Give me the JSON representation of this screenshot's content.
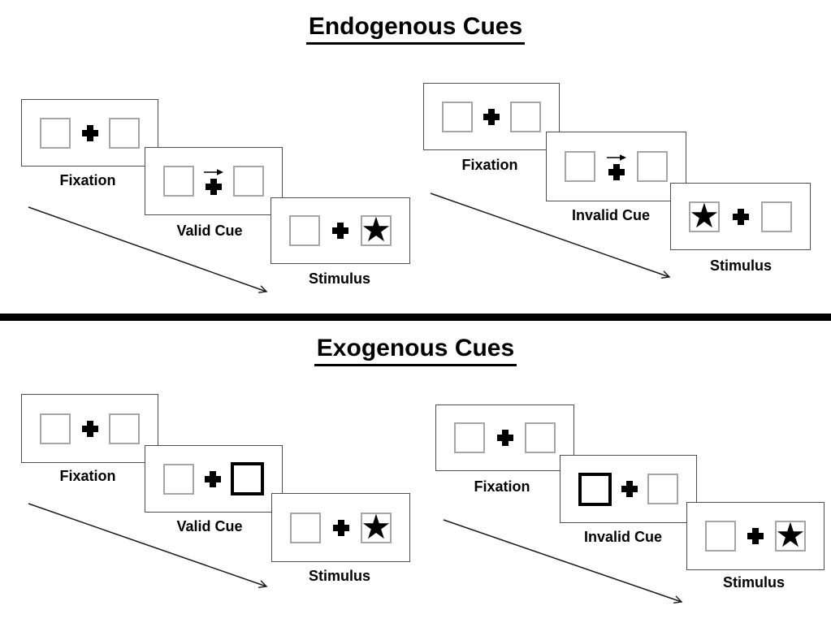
{
  "figure": {
    "description": "Spatial attention cueing paradigm diagram",
    "background": "#ffffff"
  },
  "icons": {
    "fixation_cross": "plus-cross",
    "endogenous_cue": "arrow-right",
    "target_star": "★"
  },
  "colors": {
    "ink": "#000000",
    "panel_border": "#4d4d4d",
    "box_border": "#a6a6a6",
    "cue_highlight": "#000000",
    "background": "#ffffff"
  },
  "sections": [
    {
      "title": "Endogenous Cues",
      "sequences": [
        {
          "condition": "valid",
          "panels": [
            {
              "label": "Fixation",
              "left_content": "",
              "right_content": "",
              "cue_icon": "",
              "highlighted_box": ""
            },
            {
              "label": "Valid Cue",
              "left_content": "",
              "right_content": "",
              "cue_icon": "arrow-right",
              "highlighted_box": ""
            },
            {
              "label": "Stimulus",
              "left_content": "",
              "right_content": "★",
              "cue_icon": "",
              "highlighted_box": ""
            }
          ]
        },
        {
          "condition": "invalid",
          "panels": [
            {
              "label": "Fixation",
              "left_content": "",
              "right_content": "",
              "cue_icon": "",
              "highlighted_box": ""
            },
            {
              "label": "Invalid Cue",
              "left_content": "",
              "right_content": "",
              "cue_icon": "arrow-right",
              "highlighted_box": ""
            },
            {
              "label": "Stimulus",
              "left_content": "★",
              "right_content": "",
              "cue_icon": "",
              "highlighted_box": ""
            }
          ]
        }
      ]
    },
    {
      "title": "Exogenous Cues",
      "sequences": [
        {
          "condition": "valid",
          "panels": [
            {
              "label": "Fixation",
              "left_content": "",
              "right_content": "",
              "cue_icon": "",
              "highlighted_box": ""
            },
            {
              "label": "Valid Cue",
              "left_content": "",
              "right_content": "",
              "cue_icon": "",
              "highlighted_box": "right"
            },
            {
              "label": "Stimulus",
              "left_content": "",
              "right_content": "★",
              "cue_icon": "",
              "highlighted_box": ""
            }
          ]
        },
        {
          "condition": "invalid",
          "panels": [
            {
              "label": "Fixation",
              "left_content": "",
              "right_content": "",
              "cue_icon": "",
              "highlighted_box": ""
            },
            {
              "label": "Invalid Cue",
              "left_content": "",
              "right_content": "",
              "cue_icon": "",
              "highlighted_box": "left"
            },
            {
              "label": "Stimulus",
              "left_content": "",
              "right_content": "★",
              "cue_icon": "",
              "highlighted_box": ""
            }
          ]
        }
      ]
    }
  ]
}
